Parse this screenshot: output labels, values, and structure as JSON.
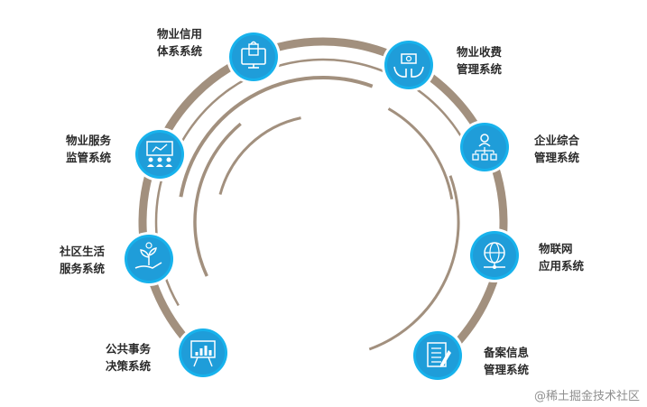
{
  "diagram": {
    "colors": {
      "ring": "#a2907e",
      "node_fill": "#1f9dd9",
      "node_border": "#17b2ec",
      "node_outer": "#ffffff",
      "icon": "#ffffff",
      "text": "#2b2b2b"
    },
    "nodes": [
      {
        "id": "credit",
        "line1": "物业信用",
        "line2": "体系系统",
        "icon": "monitor-bag-icon"
      },
      {
        "id": "fee",
        "line1": "物业收费",
        "line2": "管理系统",
        "icon": "hands-money-icon"
      },
      {
        "id": "service",
        "line1": "物业服务",
        "line2": "监管系统",
        "icon": "presentation-people-icon"
      },
      {
        "id": "enterprise",
        "line1": "企业综合",
        "line2": "管理系统",
        "icon": "org-chart-icon"
      },
      {
        "id": "community",
        "line1": "社区生活",
        "line2": "服务系统",
        "icon": "plant-hand-icon"
      },
      {
        "id": "iot",
        "line1": "物联网",
        "line2": "应用系统",
        "icon": "globe-network-icon"
      },
      {
        "id": "decision",
        "line1": "公共事务",
        "line2": "决策系统",
        "icon": "easel-chart-icon"
      },
      {
        "id": "filing",
        "line1": "备案信息",
        "line2": "管理系统",
        "icon": "document-pen-icon"
      }
    ]
  },
  "watermark": "@稀土掘金技术社区"
}
